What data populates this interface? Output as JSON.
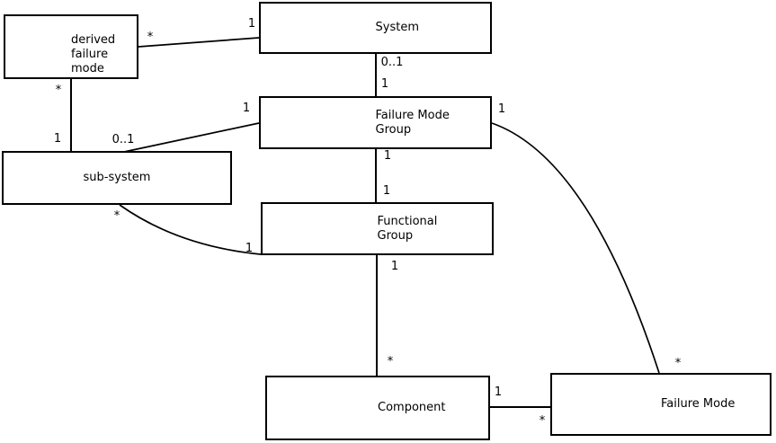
{
  "diagram": {
    "background_color": "#ffffff",
    "stroke_color": "#000000",
    "nodes": {
      "system": {
        "label": "System"
      },
      "derived_failure_mode": {
        "label": "derived\nfailure\nmode"
      },
      "failure_mode_group": {
        "label": "Failure Mode\nGroup"
      },
      "sub_system": {
        "label": "sub-system"
      },
      "functional_group": {
        "label": "Functional\nGroup"
      },
      "component": {
        "label": "Component"
      },
      "failure_mode": {
        "label": "Failure Mode"
      }
    },
    "edges": {
      "system__derived_failure_mode": {
        "from_label": "1",
        "to_label": "*"
      },
      "derived_failure_mode__sub_system": {
        "from_label": "*",
        "to_label": "1"
      },
      "system__failure_mode_group": {
        "from_label": "0..1",
        "to_label": "1"
      },
      "failure_mode_group__sub_system": {
        "from_label": "1",
        "to_label": "0..1"
      },
      "failure_mode_group__functional_group": {
        "from_label": "1",
        "to_label": "1"
      },
      "functional_group__component": {
        "from_label": "1",
        "to_label": "*"
      },
      "component__failure_mode": {
        "from_label": "1",
        "to_label": "*"
      },
      "sub_system__functional_group": {
        "from_label": "*",
        "to_label": "1"
      },
      "failure_mode_group__failure_mode": {
        "from_label": "1",
        "to_label": "*"
      }
    }
  }
}
